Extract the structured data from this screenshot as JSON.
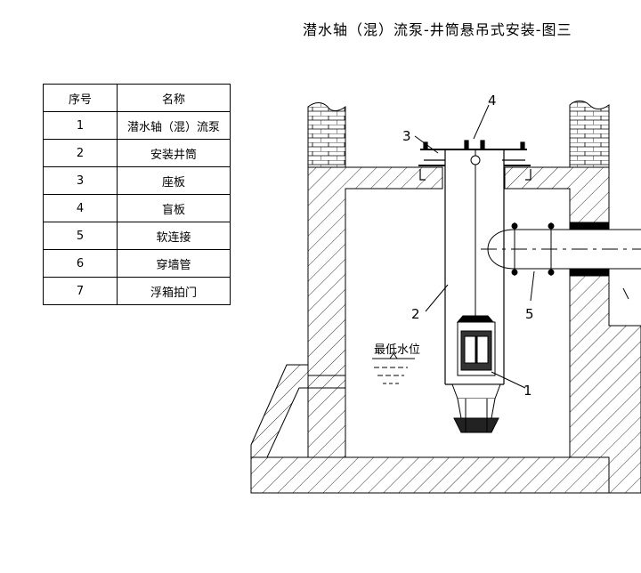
{
  "title": "潜水轴（混）流泵-井筒悬吊式安装-图三",
  "parts_table": {
    "headers": [
      "序号",
      "名称"
    ],
    "rows": [
      {
        "no": "1",
        "name": "潜水轴（混）流泵"
      },
      {
        "no": "2",
        "name": "安装井筒"
      },
      {
        "no": "3",
        "name": "座板"
      },
      {
        "no": "4",
        "name": "盲板"
      },
      {
        "no": "5",
        "name": "软连接"
      },
      {
        "no": "6",
        "name": "穿墙管"
      },
      {
        "no": "7",
        "name": "浮箱拍门"
      }
    ]
  },
  "labels": {
    "water_level": "最低水位",
    "callout_1": "1",
    "callout_2": "2",
    "callout_3": "3",
    "callout_4": "4",
    "callout_5": "5"
  }
}
